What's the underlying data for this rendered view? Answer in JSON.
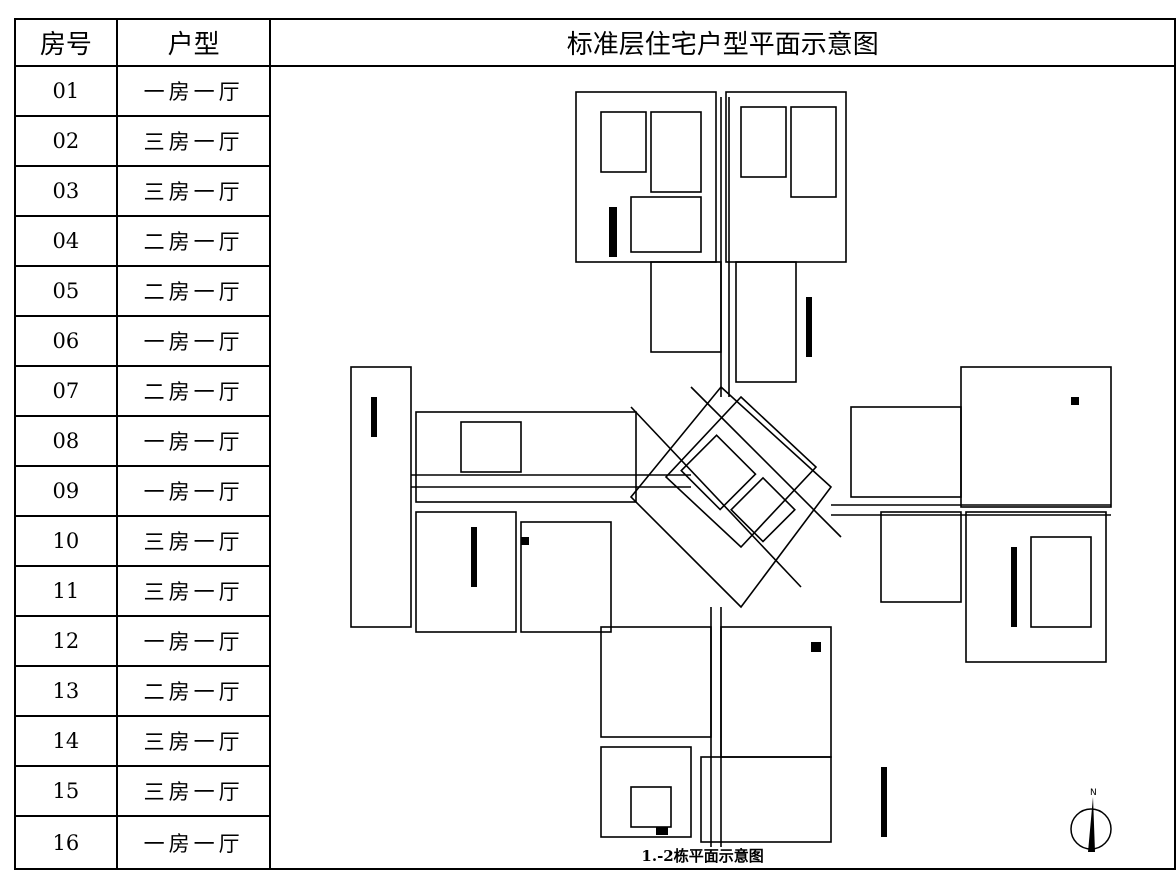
{
  "headers": {
    "room": "房号",
    "type": "户型",
    "plan": "标准层住宅户型平面示意图"
  },
  "rows": [
    {
      "room": "01",
      "type": "一房一厅"
    },
    {
      "room": "02",
      "type": "三房一厅"
    },
    {
      "room": "03",
      "type": "三房一厅"
    },
    {
      "room": "04",
      "type": "二房一厅"
    },
    {
      "room": "05",
      "type": "二房一厅"
    },
    {
      "room": "06",
      "type": "一房一厅"
    },
    {
      "room": "07",
      "type": "二房一厅"
    },
    {
      "room": "08",
      "type": "一房一厅"
    },
    {
      "room": "09",
      "type": "一房一厅"
    },
    {
      "room": "10",
      "type": "三房一厅"
    },
    {
      "room": "11",
      "type": "三房一厅"
    },
    {
      "room": "12",
      "type": "一房一厅"
    },
    {
      "room": "13",
      "type": "二房一厅"
    },
    {
      "room": "14",
      "type": "三房一厅"
    },
    {
      "room": "15",
      "type": "三房一厅"
    },
    {
      "room": "16",
      "type": "一房一厅"
    }
  ],
  "plan_caption": "1.-2栋平面示意图",
  "compass_icon": "north-arrow-icon"
}
